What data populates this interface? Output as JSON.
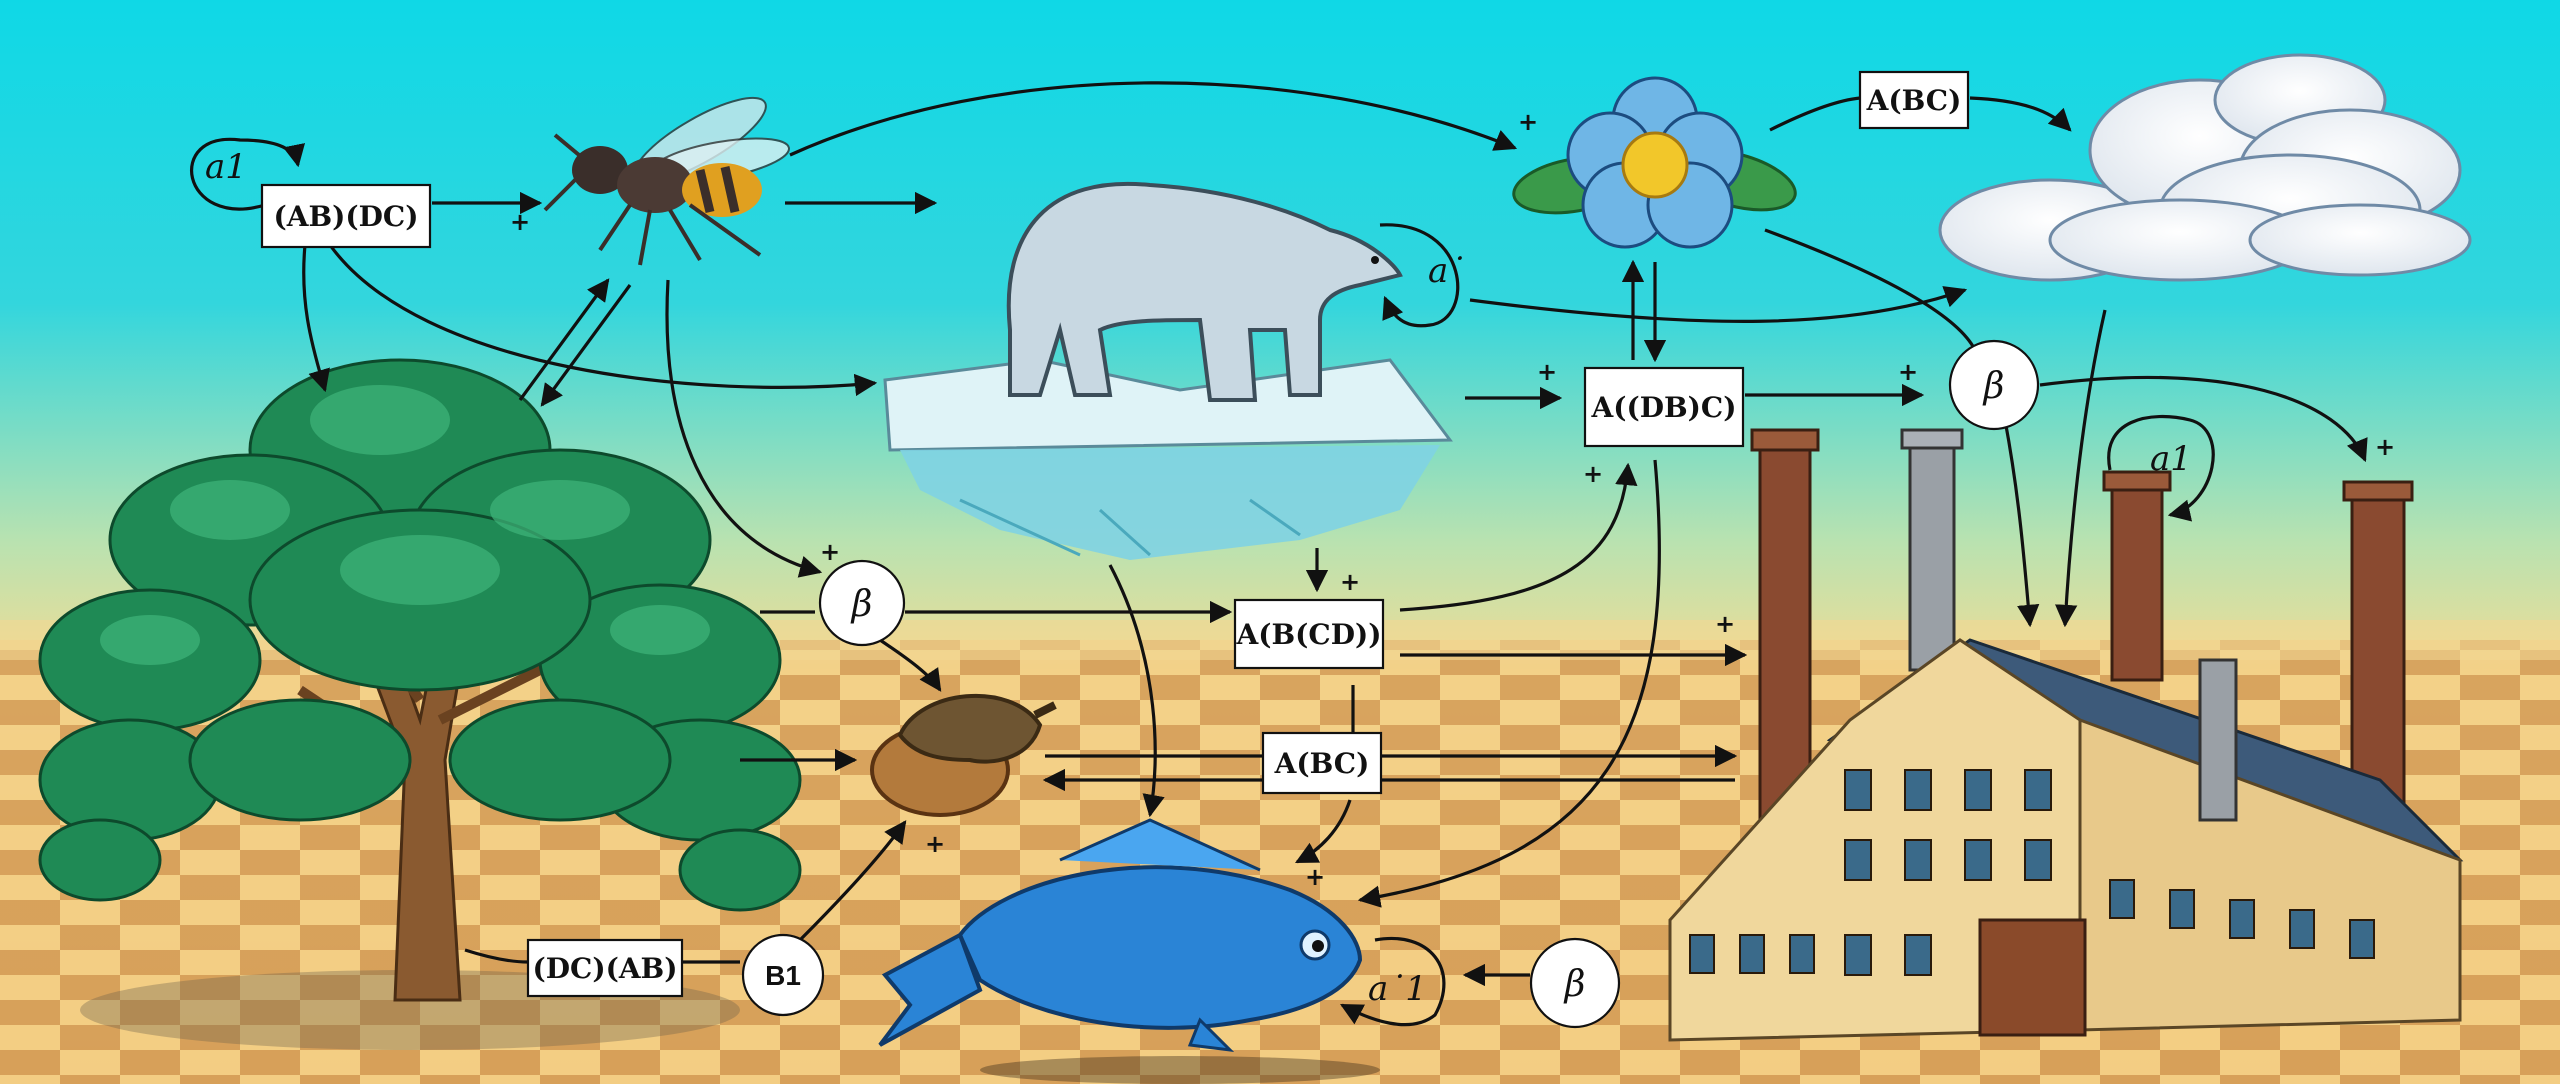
{
  "nodes": {
    "box_ab_dc": "(AB)(DC)",
    "box_a_bc_top": "A(BC)",
    "box_a_db_c": "A((DB)C)",
    "box_a_b_cd": "A(B(CD))",
    "box_a_bc_mid": "A(BC)",
    "box_dc_ab": "(DC)(AB)",
    "circle_b1": "B1",
    "beta_left": "β",
    "beta_right": "β",
    "beta_bottom": "β"
  },
  "loops": {
    "a1_top_left": "a1",
    "a_dot_bear": "a˙",
    "a1_factory": "a1",
    "a_dot_1_fish": "a˙1"
  },
  "signs": {
    "plus": "+"
  },
  "icons": [
    "wasp-icon",
    "polar-bear-icon",
    "flower-icon",
    "cloud-icon",
    "oak-tree-icon",
    "acorn-icon",
    "fish-icon",
    "factory-icon"
  ],
  "colors": {
    "sky_top": "#0fd8e6",
    "sky_bottom": "#f3d98a",
    "floor_light": "#f4cf84",
    "floor_dark": "#d59c55",
    "tree_green": "#1f8a55",
    "fish_blue": "#2a84d6",
    "brick": "#8a4a30"
  }
}
